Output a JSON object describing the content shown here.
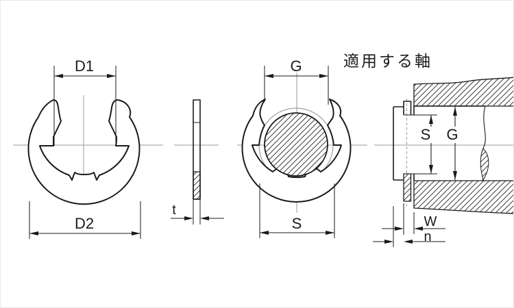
{
  "annotation": {
    "shaft_note": "適用する軸"
  },
  "labels": {
    "d1": "D1",
    "d2": "D2",
    "t": "t",
    "g": "G",
    "s": "S",
    "w": "W",
    "n": "n"
  },
  "colors": {
    "ink": "#1a1a1a",
    "centerline": "#9a9a9a",
    "hatch": "#3f3f3f",
    "background": "#ffffff",
    "thin_circle": "#8a8a8a"
  }
}
